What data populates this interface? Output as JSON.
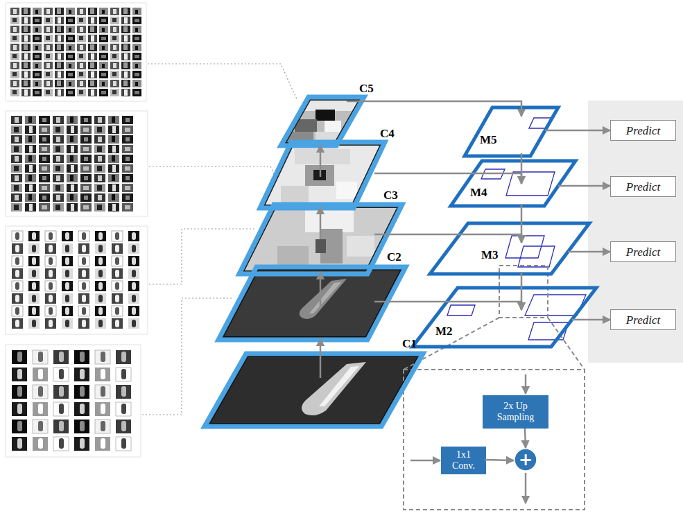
{
  "diagram": {
    "nodes": [
      {
        "text": [
          "C5"
        ]
      },
      {
        "text": [
          "M5"
        ]
      },
      {
        "text": [
          "Predict"
        ]
      },
      {
        "text": [
          "C4"
        ]
      },
      {
        "text": [
          "M4"
        ]
      },
      {
        "text": [
          "Predict"
        ]
      },
      {
        "text": [
          "C3"
        ]
      },
      {
        "text": [
          "M3"
        ]
      },
      {
        "text": [
          "Predict"
        ]
      },
      {
        "text": [
          "C2"
        ]
      },
      {
        "text": [
          "M2"
        ]
      },
      {
        "text": [
          "Predict"
        ]
      },
      {
        "text": [
          "C1"
        ]
      },
      {
        "text": [
          "2x Up Sampling"
        ]
      },
      {
        "text": [
          "1x1 Conv."
        ]
      },
      {
        "text": [
          "+"
        ]
      }
    ],
    "edges": [
      {
        "from": 12,
        "to": 9,
        "arrow": "to"
      },
      {
        "from": 9,
        "to": 6,
        "arrow": "to"
      },
      {
        "from": 6,
        "to": 3,
        "arrow": "to"
      },
      {
        "from": 3,
        "to": 0,
        "arrow": "to"
      },
      {
        "from": 0,
        "to": 1,
        "arrow": "to"
      },
      {
        "from": 3,
        "to": 4,
        "arrow": "to"
      },
      {
        "from": 6,
        "to": 7,
        "arrow": "to"
      },
      {
        "from": 9,
        "to": 10,
        "arrow": "to"
      },
      {
        "from": 1,
        "to": 4,
        "arrow": "to"
      },
      {
        "from": 4,
        "to": 7,
        "arrow": "to"
      },
      {
        "from": 7,
        "to": 10,
        "arrow": "to"
      },
      {
        "from": 1,
        "to": 2,
        "arrow": "to"
      },
      {
        "from": 4,
        "to": 5,
        "arrow": "to"
      },
      {
        "from": 7,
        "to": 8,
        "arrow": "to"
      },
      {
        "from": 10,
        "to": 11,
        "arrow": "to"
      },
      {
        "from": 13,
        "to": 15,
        "arrow": "to"
      },
      {
        "from": 14,
        "to": 15,
        "arrow": "to"
      }
    ]
  }
}
